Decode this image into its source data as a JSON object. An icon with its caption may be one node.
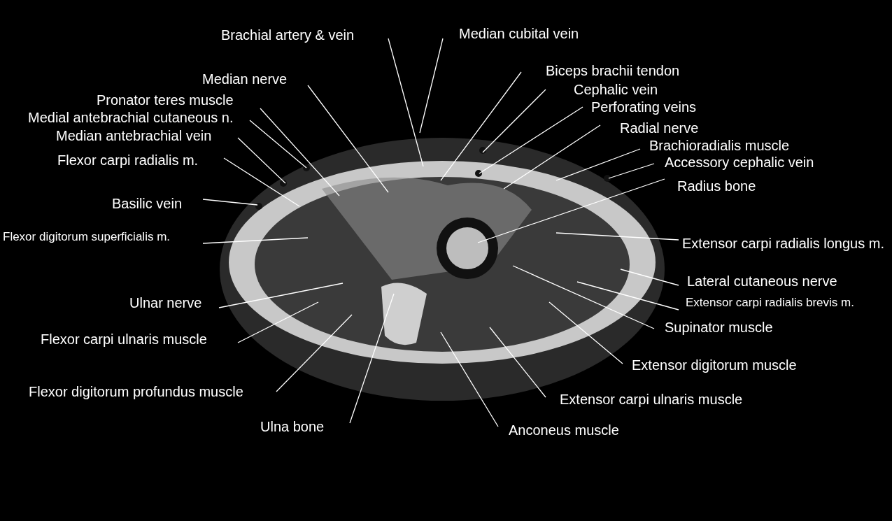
{
  "diagram": {
    "nodes": [
      {
        "text": [
          "Brachial artery & vein"
        ]
      },
      {
        "text": [
          "Median cubital vein"
        ]
      },
      {
        "text": [
          "Median nerve"
        ]
      },
      {
        "text": [
          "Biceps brachii tendon"
        ]
      },
      {
        "text": [
          "Pronator teres muscle"
        ]
      },
      {
        "text": [
          "Cephalic vein"
        ]
      },
      {
        "text": [
          "Medial antebrachial cutaneous n."
        ]
      },
      {
        "text": [
          "Perforating veins"
        ]
      },
      {
        "text": [
          "Median antebrachial vein"
        ]
      },
      {
        "text": [
          "Radial nerve"
        ]
      },
      {
        "text": [
          "Flexor carpi radialis m."
        ]
      },
      {
        "text": [
          "Brachioradialis muscle"
        ]
      },
      {
        "text": [
          "Accessory cephalic vein"
        ]
      },
      {
        "text": [
          "Basilic vein"
        ]
      },
      {
        "text": [
          "Radius bone"
        ]
      },
      {
        "text": [
          "Flexor digitorum superficialis m."
        ]
      },
      {
        "text": [
          "Extensor carpi radialis longus m."
        ]
      },
      {
        "text": [
          "Lateral cutaneous nerve"
        ]
      },
      {
        "text": [
          "Ulnar nerve"
        ]
      },
      {
        "text": [
          "Extensor carpi radialis brevis m."
        ]
      },
      {
        "text": [
          "Flexor carpi ulnaris muscle"
        ]
      },
      {
        "text": [
          "Supinator muscle"
        ]
      },
      {
        "text": [
          "Extensor digitorum muscle"
        ]
      },
      {
        "text": [
          "Flexor digitorum profundus muscle"
        ]
      },
      {
        "text": [
          "Extensor carpi ulnaris muscle"
        ]
      },
      {
        "text": [
          "Ulna bone"
        ]
      },
      {
        "text": [
          "Anconeus muscle"
        ]
      }
    ],
    "edges": [
      {
        "from": 0,
        "to": null,
        "arrow": "none"
      },
      {
        "from": 1,
        "to": null,
        "arrow": "none"
      },
      {
        "from": 2,
        "to": null,
        "arrow": "none"
      },
      {
        "from": 3,
        "to": null,
        "arrow": "none"
      },
      {
        "from": 4,
        "to": null,
        "arrow": "none"
      },
      {
        "from": 5,
        "to": null,
        "arrow": "none"
      },
      {
        "from": 6,
        "to": null,
        "arrow": "none"
      },
      {
        "from": 7,
        "to": null,
        "arrow": "none"
      },
      {
        "from": 8,
        "to": null,
        "arrow": "none"
      },
      {
        "from": 9,
        "to": null,
        "arrow": "none"
      },
      {
        "from": 10,
        "to": null,
        "arrow": "none"
      },
      {
        "from": 11,
        "to": null,
        "arrow": "none"
      },
      {
        "from": 12,
        "to": null,
        "arrow": "none"
      },
      {
        "from": 13,
        "to": null,
        "arrow": "none"
      },
      {
        "from": 14,
        "to": null,
        "arrow": "none"
      },
      {
        "from": 15,
        "to": null,
        "arrow": "none"
      },
      {
        "from": 16,
        "to": null,
        "arrow": "none"
      },
      {
        "from": 17,
        "to": null,
        "arrow": "none"
      },
      {
        "from": 18,
        "to": null,
        "arrow": "none"
      },
      {
        "from": 19,
        "to": null,
        "arrow": "none"
      },
      {
        "from": 20,
        "to": null,
        "arrow": "none"
      },
      {
        "from": 21,
        "to": null,
        "arrow": "none"
      },
      {
        "from": 22,
        "to": null,
        "arrow": "none"
      },
      {
        "from": 23,
        "to": null,
        "arrow": "none"
      },
      {
        "from": 24,
        "to": null,
        "arrow": "none"
      },
      {
        "from": 25,
        "to": null,
        "arrow": "none"
      },
      {
        "from": 26,
        "to": null,
        "arrow": "none"
      }
    ]
  }
}
